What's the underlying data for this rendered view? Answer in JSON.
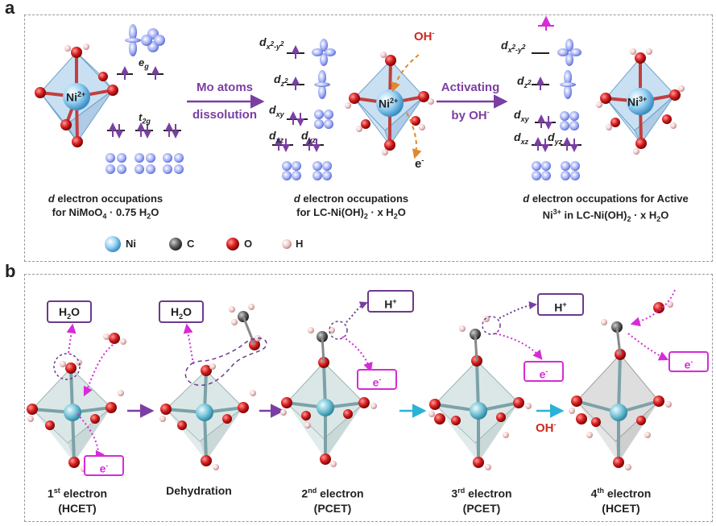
{
  "panels": {
    "a": "a",
    "b": "b"
  },
  "panel_a": {
    "left_caption_1": "d",
    "left_caption_2": " electron occupations",
    "left_caption_3": "for NiMoO",
    "left_caption_3_sub": "4",
    "left_caption_3_rest": " · 0.75 H",
    "left_caption_3_sub2": "2",
    "left_caption_3_end": "O",
    "mid_caption_1": "d",
    "mid_caption_2": " electron occupations",
    "mid_caption_3": "for LC-Ni(OH)",
    "mid_caption_3_sub": "2",
    "mid_caption_3_rest": " · x H",
    "mid_caption_3_sub2": "2",
    "mid_caption_3_end": "O",
    "right_caption_1": "d",
    "right_caption_2": " electron occupations for Active",
    "right_caption_3": "Ni",
    "right_caption_3_sup": "3+",
    "right_caption_3_rest": " in LC-Ni(OH)",
    "right_caption_3_sub": "2",
    "right_caption_3_rest2": " · x H",
    "right_caption_3_sub2": "2",
    "right_caption_3_end": "O",
    "arrow1_line1": "Mo atoms",
    "arrow1_line2": "dissolution",
    "arrow2_line1": "Activating",
    "arrow2_line2": "by OH",
    "arrow2_sup": "-",
    "oh_label": "OH",
    "oh_sup": "-",
    "e_label": "e",
    "e_sup": "-",
    "ni2_label": "Ni",
    "ni2_sup": "2+",
    "ni3_label": "Ni",
    "ni3_sup": "3+",
    "eg": "e",
    "eg_sub": "g",
    "t2g": "t",
    "t2g_sub": "2g",
    "dx2y2": "d",
    "dz2": "d",
    "dxy": "d",
    "dxz": "d",
    "dyz": "d",
    "sub_x2y2": "x",
    "sup_x2y2_a": "2",
    "sub_y2": "-y",
    "sup_y2": "2",
    "sub_z": "z",
    "sup_z": "2",
    "sub_xy": "xy",
    "sub_xz": "xz",
    "sub_yz": "yz"
  },
  "legend": [
    {
      "label": "Ni",
      "color": "#8fc9ef"
    },
    {
      "label": "C",
      "color": "#555555"
    },
    {
      "label": "O",
      "color": "#d62020"
    },
    {
      "label": "H",
      "color": "#f2c9c9"
    }
  ],
  "panel_b": {
    "steps": [
      {
        "title": "1",
        "sup": "st",
        "rest": " electron",
        "sub": "(HCET)"
      },
      {
        "title": "Dehydration",
        "sup": "",
        "rest": "",
        "sub": ""
      },
      {
        "title": "2",
        "sup": "nd",
        "rest": " electron",
        "sub": "(PCET)"
      },
      {
        "title": "3",
        "sup": "rd",
        "rest": " electron",
        "sub": "(PCET)"
      },
      {
        "title": "4",
        "sup": "th",
        "rest": " electron",
        "sub": "(HCET)"
      }
    ],
    "h2o": "H",
    "h2o_sub": "2",
    "h2o_end": "O",
    "hplus": "H",
    "hplus_sup": "+",
    "eminus": "e",
    "eminus_sup": "-",
    "oh": "OH",
    "oh_sup": "-"
  },
  "colors": {
    "purple": "#7a3fa2",
    "magenta": "#d62bd6",
    "cyan_arrow": "#2ab3d6",
    "red": "#cc2a1e",
    "octahedron": "#9cc6e8",
    "oxygen": "#d62020",
    "nickel": "#8fc9ef",
    "hydrogen": "#f2c9c9",
    "carbon": "#555555"
  }
}
